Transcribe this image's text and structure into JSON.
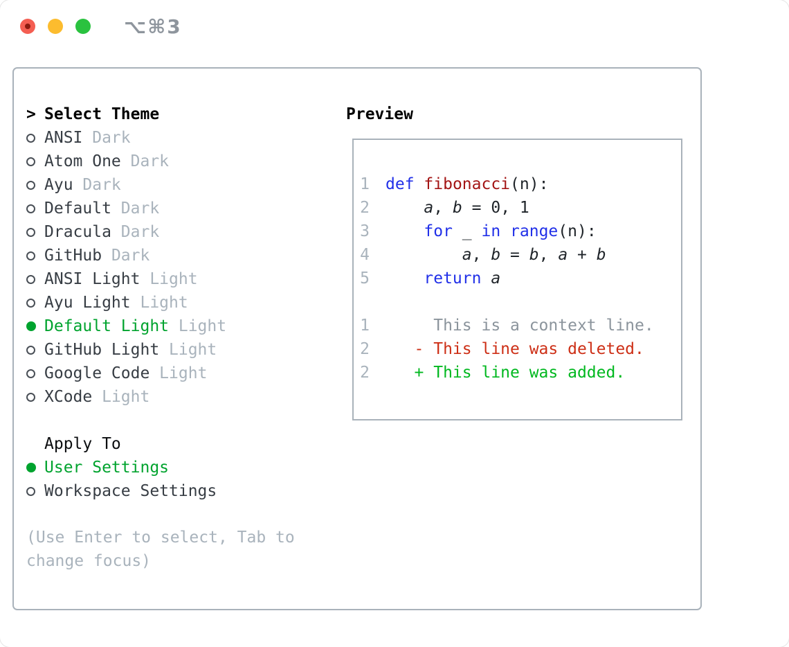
{
  "window": {
    "title": "⌥⌘3"
  },
  "colors": {
    "tl_red": "#f45e52",
    "tl_red_dot": "#8c1b10",
    "tl_yellow": "#fcbc2e",
    "tl_green": "#2ac23f",
    "selection_green": "#00a32e",
    "added_green": "#00b81f",
    "deleted_red": "#cd2f16",
    "keyword_blue": "#2130e8",
    "function_red": "#a31515",
    "muted_gray": "#a9b3bc",
    "text_dark": "#373d44",
    "border_gray": "#a9b2ba"
  },
  "theme_panel": {
    "cursor": ">",
    "header": "Select Theme",
    "items": [
      {
        "name": "ANSI",
        "variant": "Dark",
        "selected": false
      },
      {
        "name": "Atom One",
        "variant": "Dark",
        "selected": false
      },
      {
        "name": "Ayu",
        "variant": "Dark",
        "selected": false
      },
      {
        "name": "Default",
        "variant": "Dark",
        "selected": false
      },
      {
        "name": "Dracula",
        "variant": "Dark",
        "selected": false
      },
      {
        "name": "GitHub",
        "variant": "Dark",
        "selected": false
      },
      {
        "name": "ANSI Light",
        "variant": "Light",
        "selected": false
      },
      {
        "name": "Ayu Light",
        "variant": "Light",
        "selected": false
      },
      {
        "name": "Default Light",
        "variant": "Light",
        "selected": true
      },
      {
        "name": "GitHub Light",
        "variant": "Light",
        "selected": false
      },
      {
        "name": "Google Code",
        "variant": "Light",
        "selected": false
      },
      {
        "name": "XCode",
        "variant": "Light",
        "selected": false
      }
    ]
  },
  "apply_to": {
    "header": "Apply To",
    "options": [
      {
        "label": "User Settings",
        "selected": true
      },
      {
        "label": "Workspace Settings",
        "selected": false
      }
    ]
  },
  "hint": "(Use Enter to select, Tab to change focus)",
  "preview": {
    "header": "Preview",
    "lines": [
      {
        "num": "1",
        "segments": [
          {
            "text": "def",
            "style": "keyword"
          },
          {
            "text": " ",
            "style": "plain"
          },
          {
            "text": "fibonacci",
            "style": "function"
          },
          {
            "text": "(n):",
            "style": "plain"
          }
        ]
      },
      {
        "num": "2",
        "segments": [
          {
            "text": "    ",
            "style": "plain"
          },
          {
            "text": "a",
            "style": "variable"
          },
          {
            "text": ", ",
            "style": "plain"
          },
          {
            "text": "b",
            "style": "variable"
          },
          {
            "text": " = 0, 1",
            "style": "plain"
          }
        ]
      },
      {
        "num": "3",
        "segments": [
          {
            "text": "    ",
            "style": "plain"
          },
          {
            "text": "for",
            "style": "keyword"
          },
          {
            "text": " _ ",
            "style": "plain"
          },
          {
            "text": "in",
            "style": "keyword"
          },
          {
            "text": " ",
            "style": "plain"
          },
          {
            "text": "range",
            "style": "keyword"
          },
          {
            "text": "(n):",
            "style": "plain"
          }
        ]
      },
      {
        "num": "4",
        "segments": [
          {
            "text": "        ",
            "style": "plain"
          },
          {
            "text": "a",
            "style": "variable"
          },
          {
            "text": ", ",
            "style": "plain"
          },
          {
            "text": "b",
            "style": "variable"
          },
          {
            "text": " = ",
            "style": "plain"
          },
          {
            "text": "b",
            "style": "variable"
          },
          {
            "text": ", ",
            "style": "plain"
          },
          {
            "text": "a",
            "style": "variable"
          },
          {
            "text": " + ",
            "style": "plain"
          },
          {
            "text": "b",
            "style": "variable"
          }
        ]
      },
      {
        "num": "5",
        "segments": [
          {
            "text": "    ",
            "style": "plain"
          },
          {
            "text": "return",
            "style": "keyword"
          },
          {
            "text": " ",
            "style": "plain"
          },
          {
            "text": "a",
            "style": "variable"
          }
        ]
      },
      {
        "num": "",
        "segments": []
      },
      {
        "num": "1",
        "segments": [
          {
            "text": "     This is a context line.",
            "style": "context"
          }
        ]
      },
      {
        "num": "2",
        "segments": [
          {
            "text": "   - This line was deleted.",
            "style": "deleted"
          }
        ]
      },
      {
        "num": "2",
        "segments": [
          {
            "text": "   + This line was added.",
            "style": "added"
          }
        ]
      }
    ]
  }
}
